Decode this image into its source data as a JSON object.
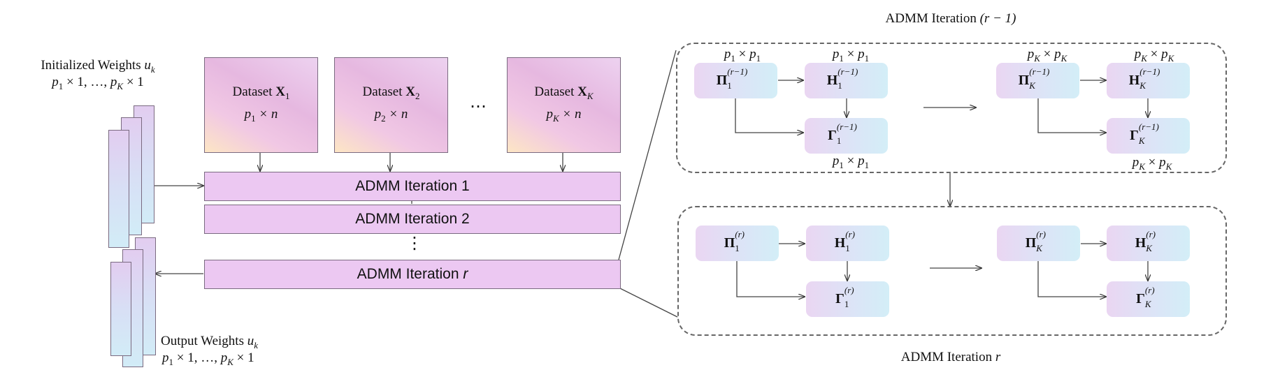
{
  "initialized": {
    "line1": "Initialized Weights",
    "var": "u",
    "var_sub": "k",
    "dims": [
      "p",
      "1",
      "× 1, …,",
      "p",
      "K",
      "× 1"
    ]
  },
  "output": {
    "line1": "Output Weights",
    "var": "u",
    "var_sub": "k"
  },
  "datasets": [
    {
      "prefix": "Dataset ",
      "sym": "X",
      "sub": "1",
      "dim_p": "p",
      "dim_sub": "1",
      "dim_rest": "× n"
    },
    {
      "prefix": "Dataset ",
      "sym": "X",
      "sub": "2",
      "dim_p": "p",
      "dim_sub": "2",
      "dim_rest": "× n"
    },
    {
      "prefix": "Dataset ",
      "sym": "X",
      "sub": "K",
      "dim_p": "p",
      "dim_sub": "K",
      "dim_rest": "× n"
    }
  ],
  "ellipsis_h": "…",
  "ellipsis_v": "⋮",
  "iterations": {
    "it1": "ADMM Iteration 1",
    "it2": "ADMM Iteration 2",
    "itr_prefix": "ADMM Iteration ",
    "itr_var": "r"
  },
  "panel_top": {
    "title_prefix": "ADMM Iteration ",
    "title_var": "(r − 1)"
  },
  "panel_bottom": {
    "title_prefix": "ADMM Iteration ",
    "title_var": "r"
  },
  "matrices": {
    "pi": "Π",
    "h": "H",
    "gamma": "Γ",
    "sup_prev": "(r−1)",
    "sup_cur": "(r)",
    "idx1": "1",
    "idxK": "K"
  },
  "dims": {
    "p": "p",
    "times": "×",
    "one": "1",
    "K": "K"
  }
}
